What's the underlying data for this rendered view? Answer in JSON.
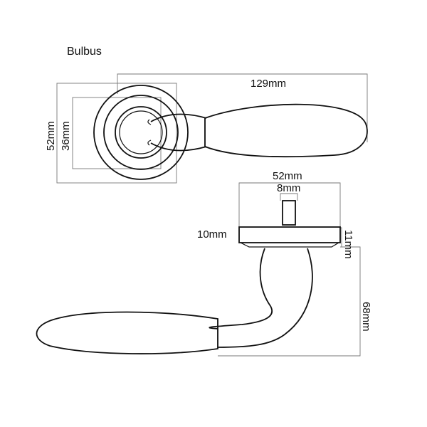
{
  "title": "Bulbus",
  "top_view": {
    "length": "129mm",
    "rose_outer": "52mm",
    "rose_inner": "36mm"
  },
  "side_view": {
    "rose_width": "52mm",
    "spindle": "8mm",
    "rose_thickness_left": "10mm",
    "rose_thickness_right": "11mm",
    "projection": "68mm"
  },
  "colors": {
    "line": "#111111",
    "dimension": "#777777"
  }
}
